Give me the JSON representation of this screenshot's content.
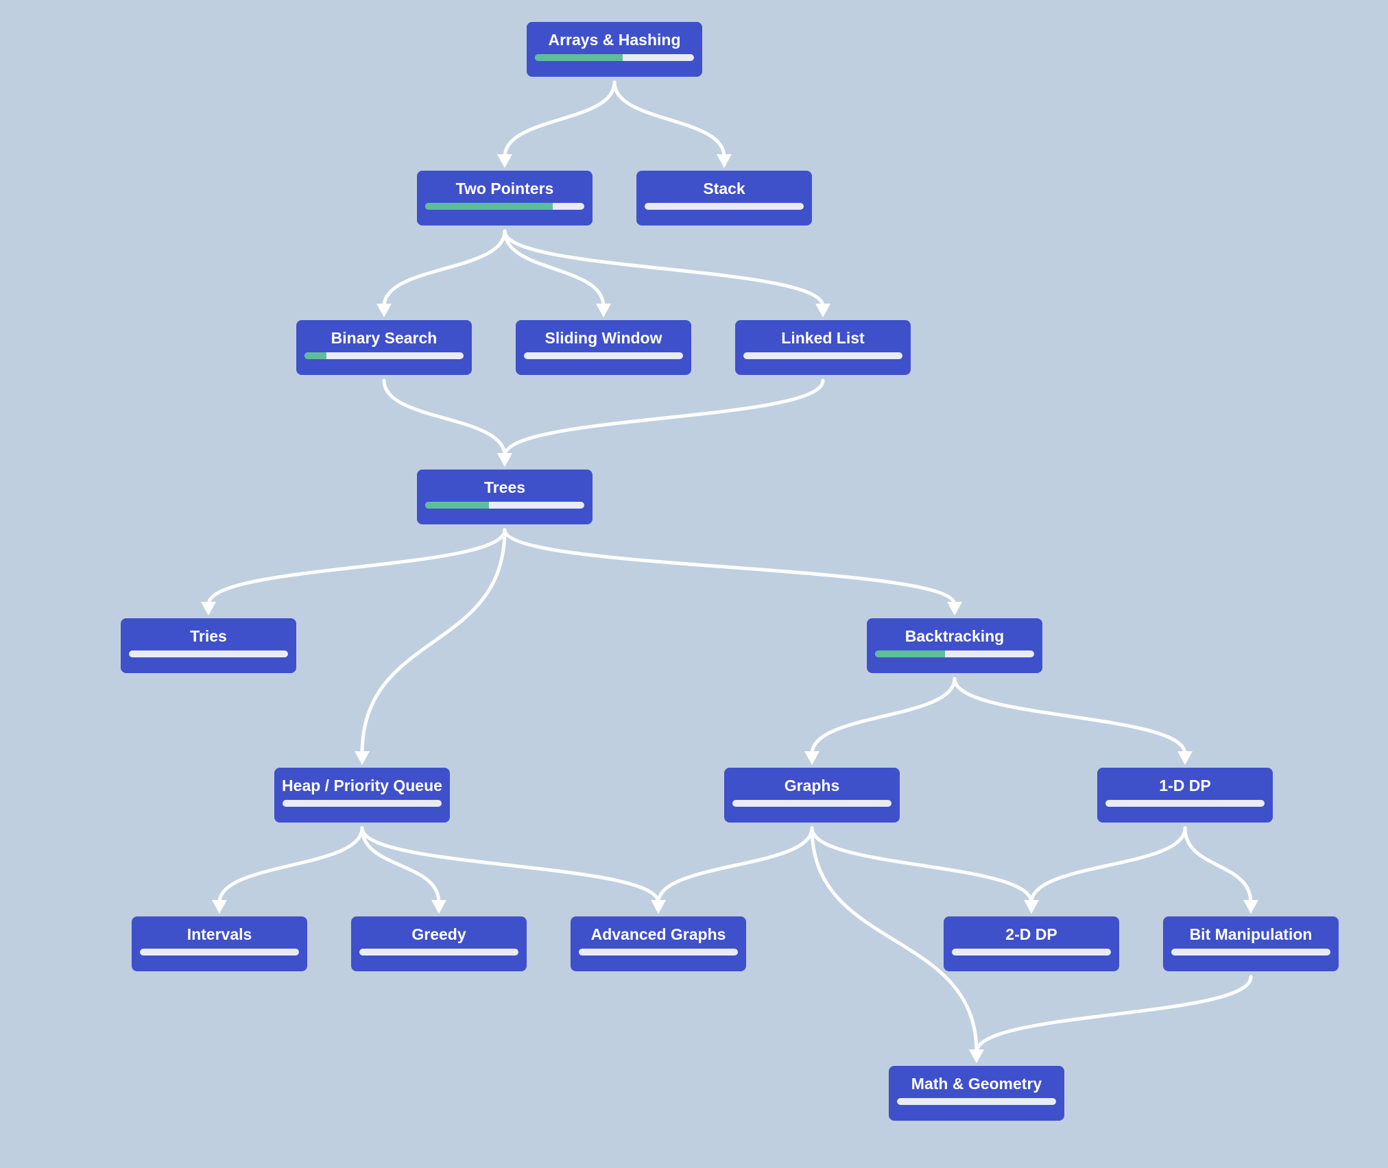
{
  "colors": {
    "background": "#bfcfe0",
    "node": "#3f50cb",
    "progress_track": "#e9ecf4",
    "progress_fill": "#5dbf98",
    "edge": "#ffffff"
  },
  "nodes": [
    {
      "id": "arrays",
      "label": "Arrays & Hashing",
      "progress": 0.55
    },
    {
      "id": "two-pointers",
      "label": "Two Pointers",
      "progress": 0.8
    },
    {
      "id": "stack",
      "label": "Stack",
      "progress": 0
    },
    {
      "id": "binary-search",
      "label": "Binary Search",
      "progress": 0.14
    },
    {
      "id": "sliding-window",
      "label": "Sliding Window",
      "progress": 0
    },
    {
      "id": "linked-list",
      "label": "Linked List",
      "progress": 0
    },
    {
      "id": "trees",
      "label": "Trees",
      "progress": 0.4
    },
    {
      "id": "tries",
      "label": "Tries",
      "progress": 0
    },
    {
      "id": "backtracking",
      "label": "Backtracking",
      "progress": 0.44
    },
    {
      "id": "heap",
      "label": "Heap / Priority Queue",
      "progress": 0
    },
    {
      "id": "graphs",
      "label": "Graphs",
      "progress": 0
    },
    {
      "id": "dp-1d",
      "label": "1-D DP",
      "progress": 0
    },
    {
      "id": "intervals",
      "label": "Intervals",
      "progress": 0
    },
    {
      "id": "greedy",
      "label": "Greedy",
      "progress": 0
    },
    {
      "id": "advanced-graphs",
      "label": "Advanced Graphs",
      "progress": 0
    },
    {
      "id": "dp-2d",
      "label": "2-D DP",
      "progress": 0
    },
    {
      "id": "bit-manipulation",
      "label": "Bit Manipulation",
      "progress": 0
    },
    {
      "id": "math-geometry",
      "label": "Math & Geometry",
      "progress": 0
    }
  ],
  "edges": [
    [
      "arrays",
      "two-pointers"
    ],
    [
      "arrays",
      "stack"
    ],
    [
      "two-pointers",
      "binary-search"
    ],
    [
      "two-pointers",
      "sliding-window"
    ],
    [
      "two-pointers",
      "linked-list"
    ],
    [
      "binary-search",
      "trees"
    ],
    [
      "linked-list",
      "trees"
    ],
    [
      "trees",
      "tries"
    ],
    [
      "trees",
      "heap"
    ],
    [
      "trees",
      "backtracking"
    ],
    [
      "backtracking",
      "graphs"
    ],
    [
      "backtracking",
      "dp-1d"
    ],
    [
      "heap",
      "intervals"
    ],
    [
      "heap",
      "greedy"
    ],
    [
      "heap",
      "advanced-graphs"
    ],
    [
      "graphs",
      "advanced-graphs"
    ],
    [
      "graphs",
      "dp-2d"
    ],
    [
      "graphs",
      "math-geometry"
    ],
    [
      "dp-1d",
      "dp-2d"
    ],
    [
      "dp-1d",
      "bit-manipulation"
    ],
    [
      "bit-manipulation",
      "math-geometry"
    ]
  ]
}
